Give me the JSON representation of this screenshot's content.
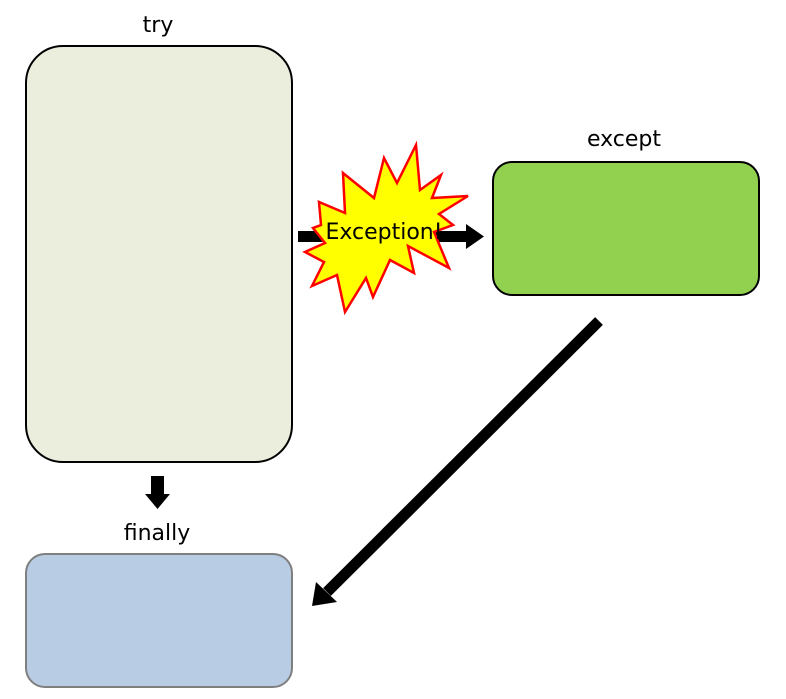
{
  "labels": {
    "try": "try",
    "except": "except",
    "finally": "finally",
    "exception": "Exception!"
  },
  "colors": {
    "try_fill": "#ebeedd",
    "except_fill": "#92d050",
    "finally_fill": "#b8cce4",
    "burst_fill": "#ffff00",
    "burst_stroke": "#ff0000",
    "arrow": "#000000"
  }
}
